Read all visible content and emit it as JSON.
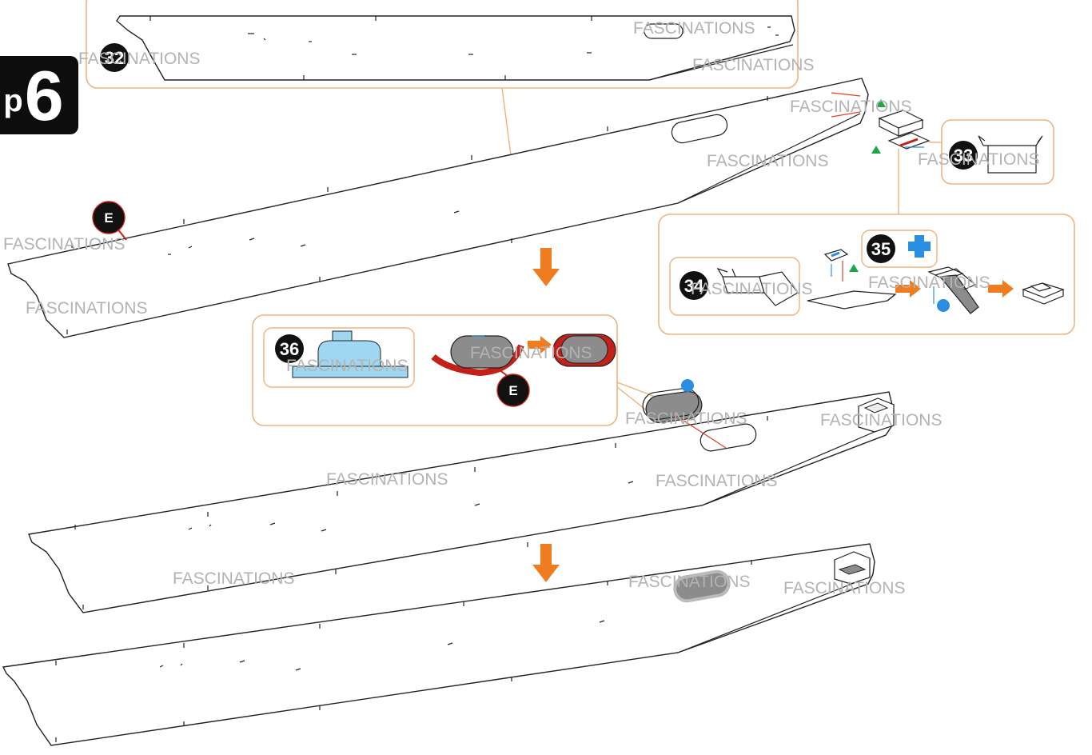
{
  "step": {
    "prefix": "p",
    "number": "6"
  },
  "watermark": "FASCINATIONS",
  "callouts": {
    "c32": "32",
    "c33": "33",
    "c34": "34",
    "c35": "35",
    "c36": "36"
  },
  "markers": {
    "e_top": "E",
    "e_detail": "E"
  },
  "colors": {
    "callout_frame": "#f2b27a",
    "arrow": "#ef7d1f",
    "red_line": "#e0442a",
    "blue_line": "#2a8ee0",
    "green_marker": "#1fa64a",
    "light_blue_part": "#9fd6f2",
    "grey_part": "#8c8c8c",
    "dark_red_part": "#c4201a"
  },
  "icons": [
    "down-arrow-icon",
    "right-arrow-icon",
    "triangle-marker-icon",
    "dot-marker-icon"
  ]
}
